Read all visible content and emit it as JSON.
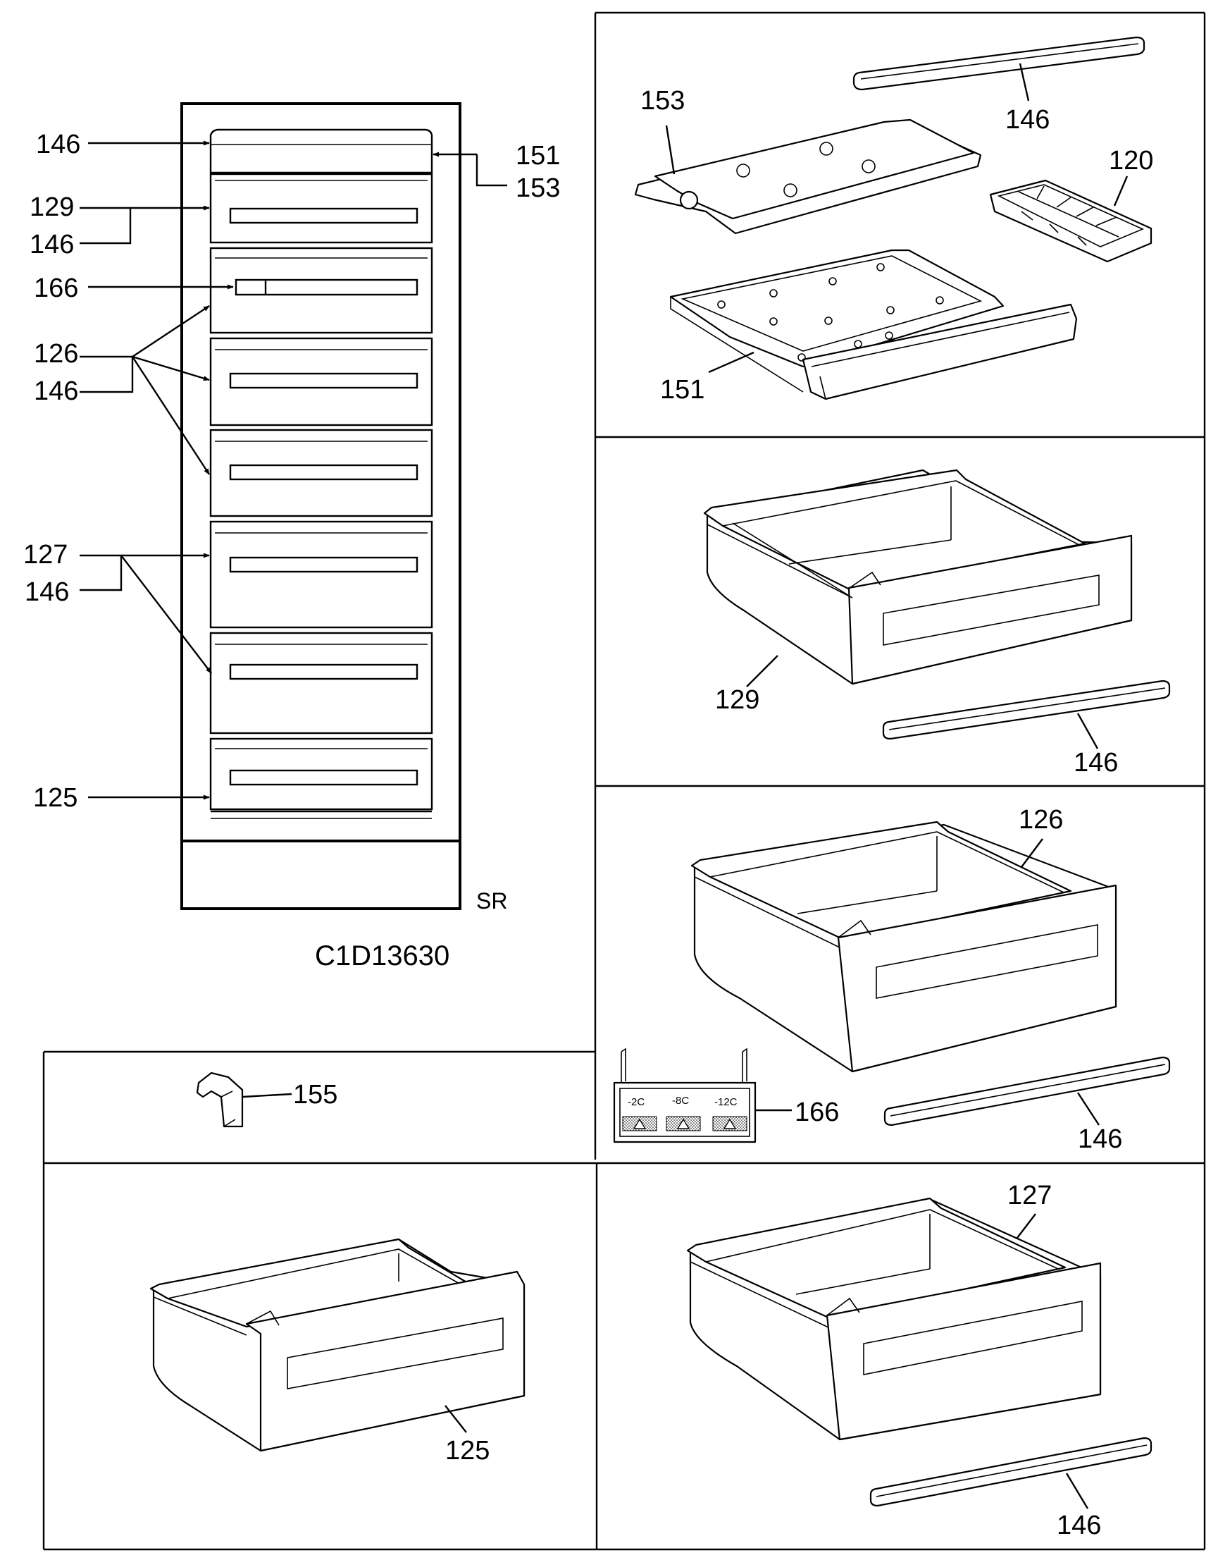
{
  "figure": {
    "drawing_code": "C1D13630",
    "variant_mark": "SR"
  },
  "cabinet_callouts": {
    "c146_top": "146",
    "c151": "151",
    "c153": "153",
    "c129": "129",
    "c146_b": "146",
    "c166": "166",
    "c126": "126",
    "c146_c": "146",
    "c127": "127",
    "c146_d": "146",
    "c125": "125"
  },
  "panels": {
    "tray_panel": {
      "c153": "153",
      "c146": "146",
      "c120": "120",
      "c151": "151"
    },
    "drawer_129_panel": {
      "c129": "129",
      "c146": "146"
    },
    "drawer_126_panel": {
      "c126": "126",
      "c146": "146",
      "c166": "166"
    },
    "clip_panel": {
      "c155": "155"
    },
    "drawer_125_panel": {
      "c125": "125"
    },
    "drawer_127_panel": {
      "c127": "127",
      "c146": "146"
    }
  },
  "temp_indicator": {
    "t1": "-2C",
    "t2": "-8C",
    "t3": "-12C"
  },
  "icons": [
    "arrow-icon",
    "warning-triangle-icon"
  ]
}
